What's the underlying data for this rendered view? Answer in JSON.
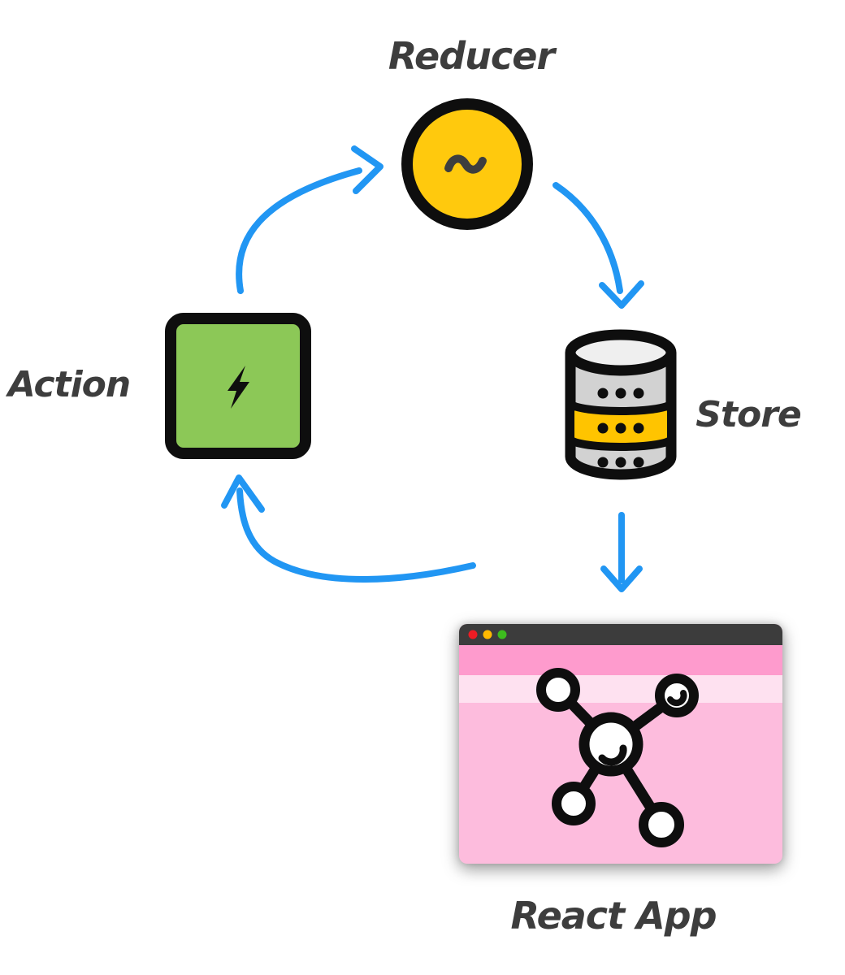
{
  "diagram": {
    "nodes": {
      "reducer": {
        "label": "Reducer",
        "icon": "tilde-circle-icon"
      },
      "action": {
        "label": "Action",
        "icon": "lightning-square-icon"
      },
      "store": {
        "label": "Store",
        "icon": "database-cylinder-icon"
      },
      "react_app": {
        "label": "React App",
        "icon": "browser-window-molecule-icon"
      }
    },
    "edges": [
      {
        "from": "action",
        "to": "reducer"
      },
      {
        "from": "reducer",
        "to": "store"
      },
      {
        "from": "store",
        "to": "react_app"
      },
      {
        "from": "react_app",
        "to": "action"
      }
    ],
    "window_controls": [
      "close-dot",
      "minimize-dot",
      "zoom-dot"
    ]
  },
  "colors": {
    "arrow-blue": "#2196F3",
    "label-ink": "#3D3D3D",
    "outline-black": "#0E0E0E",
    "reducer-yellow": "#FFC90D",
    "action-green": "#8CC857",
    "store-top-gray": "#EFEFEF",
    "store-gray": "#D2D2D2",
    "store-yellow": "#FFC400",
    "window-titlebar": "#3C3C3C",
    "window-pink-band": "#FE9BCD",
    "window-pink-pale": "#FEE1F0",
    "window-pink-body": "#FDBCDD",
    "dot-red": "#ED1C24",
    "dot-yellow": "#FFB900",
    "dot-green": "#3DBB1E",
    "canvas-bg": "#FFFFFF"
  }
}
